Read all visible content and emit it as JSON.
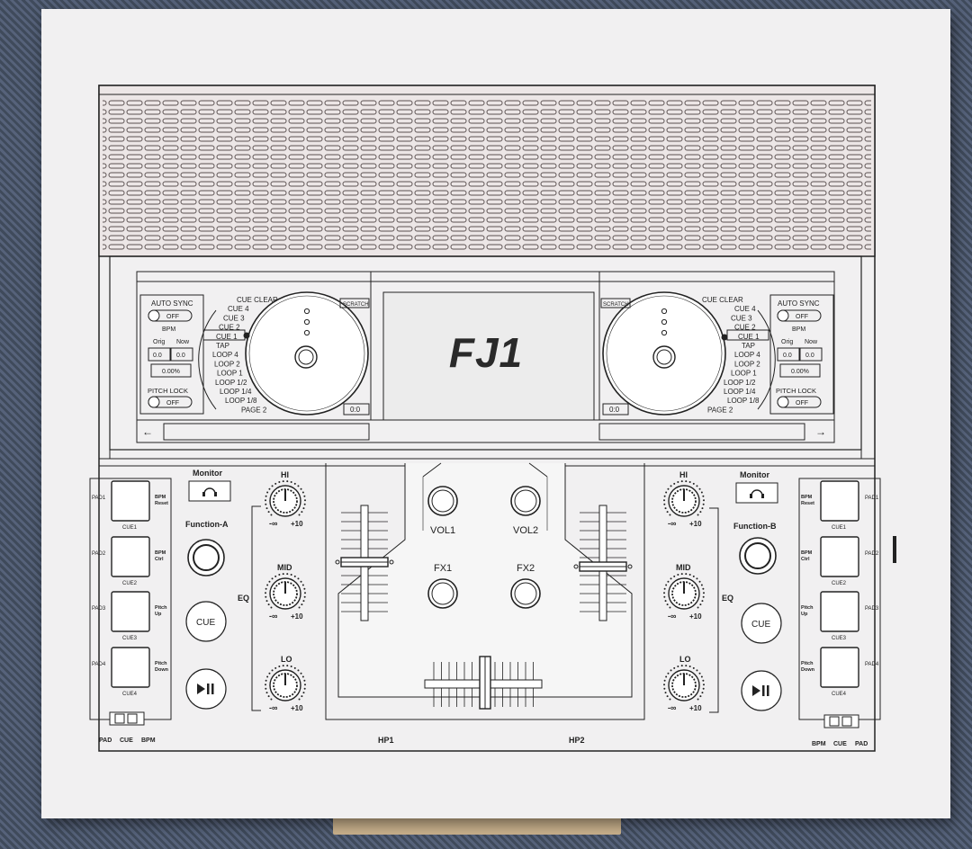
{
  "product": {
    "model_logo": "FJ1"
  },
  "colors": {
    "box_white": "#f1f0f1",
    "line_art": "#222222",
    "fabric": "#4a5566",
    "cardboard": "#c9b18c"
  },
  "deck_left": {
    "auto_sync": "AUTO SYNC",
    "off": "OFF",
    "bpm": "BPM",
    "orig": "Orig",
    "now": "Now",
    "orig_val": "0.0",
    "now_val": "0.0",
    "pct": "0.00%",
    "pitch_lock": "PITCH LOCK",
    "pitch_off": "OFF",
    "menu": [
      "CUE CLEAR",
      "CUE 4",
      "CUE 3",
      "CUE 2",
      "CUE 1",
      "TAP",
      "LOOP 4",
      "LOOP 2",
      "LOOP 1",
      "LOOP 1/2",
      "LOOP 1/4",
      "LOOP 1/8",
      "PAGE 2"
    ],
    "scratch": "SCRATCH",
    "time": "0:0",
    "arrow": "←"
  },
  "deck_right": {
    "auto_sync": "AUTO SYNC",
    "off": "OFF",
    "bpm": "BPM",
    "orig": "Orig",
    "now": "Now",
    "orig_val": "0.0",
    "now_val": "0.0",
    "pct": "0.00%",
    "pitch_lock": "PITCH LOCK",
    "pitch_off": "OFF",
    "menu": [
      "CUE CLEAR",
      "CUE 4",
      "CUE 3",
      "CUE 2",
      "CUE 1",
      "TAP",
      "LOOP 4",
      "LOOP 2",
      "LOOP 1",
      "LOOP 1/2",
      "LOOP 1/4",
      "LOOP 1/8",
      "PAGE 2"
    ],
    "scratch": "SCRATCH",
    "time": "0:0",
    "arrow": "→"
  },
  "left_controls": {
    "monitor": "Monitor",
    "function": "Function-A",
    "cue": "CUE",
    "eq": "EQ",
    "hi": "HI",
    "mid": "MID",
    "lo": "LO",
    "minus_inf": "-∞",
    "plus10": "+10",
    "pads": [
      {
        "pad": "PAD1",
        "cue": "CUE1",
        "fn1": "BPM",
        "fn2": "Reset"
      },
      {
        "pad": "PAD2",
        "cue": "CUE2",
        "fn1": "BPM",
        "fn2": "Ctrl"
      },
      {
        "pad": "PAD3",
        "cue": "CUE3",
        "fn1": "Pitch",
        "fn2": "Up"
      },
      {
        "pad": "PAD4",
        "cue": "CUE4",
        "fn1": "Pitch",
        "fn2": "Down"
      }
    ],
    "switch": [
      "PAD",
      "CUE",
      "BPM"
    ]
  },
  "right_controls": {
    "monitor": "Monitor",
    "function": "Function-B",
    "cue": "CUE",
    "eq": "EQ",
    "hi": "HI",
    "mid": "MID",
    "lo": "LO",
    "minus_inf": "-∞",
    "plus10": "+10",
    "pads": [
      {
        "pad": "PAD1",
        "cue": "CUE1",
        "fn1": "BPM",
        "fn2": "Reset"
      },
      {
        "pad": "PAD2",
        "cue": "CUE2",
        "fn1": "BPM",
        "fn2": "Ctrl"
      },
      {
        "pad": "PAD3",
        "cue": "CUE3",
        "fn1": "Pitch",
        "fn2": "Up"
      },
      {
        "pad": "PAD4",
        "cue": "CUE4",
        "fn1": "Pitch",
        "fn2": "Down"
      }
    ],
    "switch": [
      "BPM",
      "CUE",
      "PAD"
    ]
  },
  "mixer": {
    "vol1": "VOL1",
    "vol2": "VOL2",
    "fx1": "FX1",
    "fx2": "FX2",
    "hp1": "HP1",
    "hp2": "HP2"
  }
}
